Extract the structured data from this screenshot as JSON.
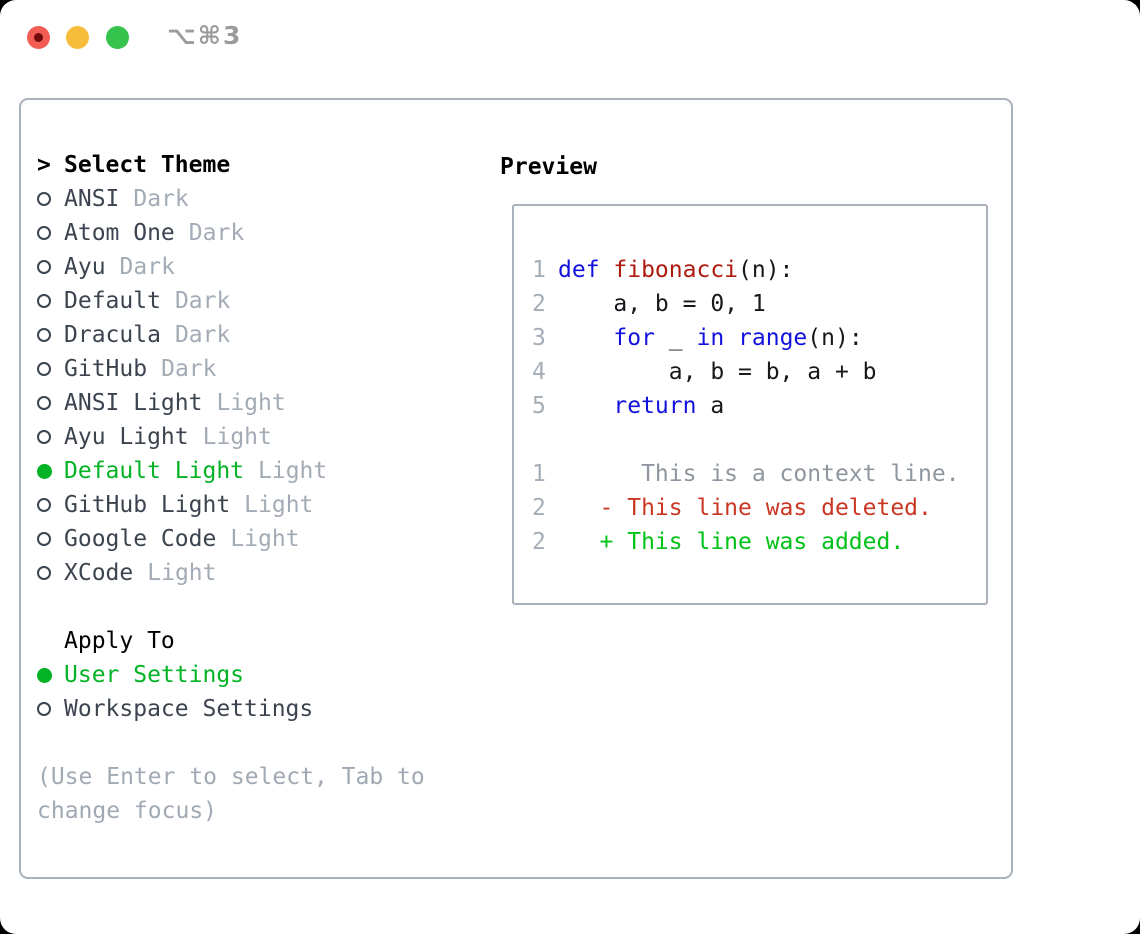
{
  "titlebar": {
    "shortcut": "⌥⌘3",
    "icons": [
      "traffic-light-close",
      "traffic-light-minimize",
      "traffic-light-zoom"
    ]
  },
  "theme_select": {
    "prompt": ">",
    "heading": "Select Theme",
    "items": [
      {
        "name": "ANSI",
        "variant": "Dark",
        "selected": false
      },
      {
        "name": "Atom One",
        "variant": "Dark",
        "selected": false
      },
      {
        "name": "Ayu",
        "variant": "Dark",
        "selected": false
      },
      {
        "name": "Default",
        "variant": "Dark",
        "selected": false
      },
      {
        "name": "Dracula",
        "variant": "Dark",
        "selected": false
      },
      {
        "name": "GitHub",
        "variant": "Dark",
        "selected": false
      },
      {
        "name": "ANSI Light",
        "variant": "Light",
        "selected": false
      },
      {
        "name": "Ayu Light",
        "variant": "Light",
        "selected": false
      },
      {
        "name": "Default Light",
        "variant": "Light",
        "selected": true
      },
      {
        "name": "GitHub Light",
        "variant": "Light",
        "selected": false
      },
      {
        "name": "Google Code",
        "variant": "Light",
        "selected": false
      },
      {
        "name": "XCode",
        "variant": "Light",
        "selected": false
      }
    ]
  },
  "apply_to": {
    "heading": "Apply To",
    "items": [
      {
        "label": "User Settings",
        "selected": true
      },
      {
        "label": "Workspace Settings",
        "selected": false
      }
    ]
  },
  "hint": {
    "line1": "(Use Enter to select, Tab to",
    "line2": "change focus)"
  },
  "preview": {
    "heading": "Preview",
    "code": [
      {
        "num": "1",
        "t0": "def ",
        "t1": "fibonacci",
        "t2": "(n):"
      },
      {
        "num": "2",
        "t0": "    a, b = 0, 1"
      },
      {
        "num": "3",
        "t0": "    ",
        "t1": "for",
        "t2": " _ ",
        "t3": "in",
        "t4": " ",
        "t5": "range",
        "t6": "(n):"
      },
      {
        "num": "4",
        "t0": "        a, b = b, a + b"
      },
      {
        "num": "5",
        "t0": "    ",
        "t1": "return",
        "t2": " a"
      }
    ],
    "diff": [
      {
        "num": "1",
        "kind": "context",
        "text": "      This is a context line."
      },
      {
        "num": "2",
        "kind": "deleted",
        "text": "   - This line was deleted."
      },
      {
        "num": "2",
        "kind": "added",
        "text": "   + This line was added."
      }
    ]
  },
  "colors": {
    "accent_green": "#04b325",
    "added_green": "#00c217",
    "deleted_red": "#c93723",
    "keyword_blue": "#1212dd",
    "function_red": "#ae1a0f",
    "muted_gray": "#a2abb6",
    "text_dark": "#3c4450",
    "border_gray": "#a9b1bb",
    "traffic_red": "#f25c54",
    "traffic_yellow": "#f6bd3a",
    "traffic_green": "#35c24d"
  }
}
